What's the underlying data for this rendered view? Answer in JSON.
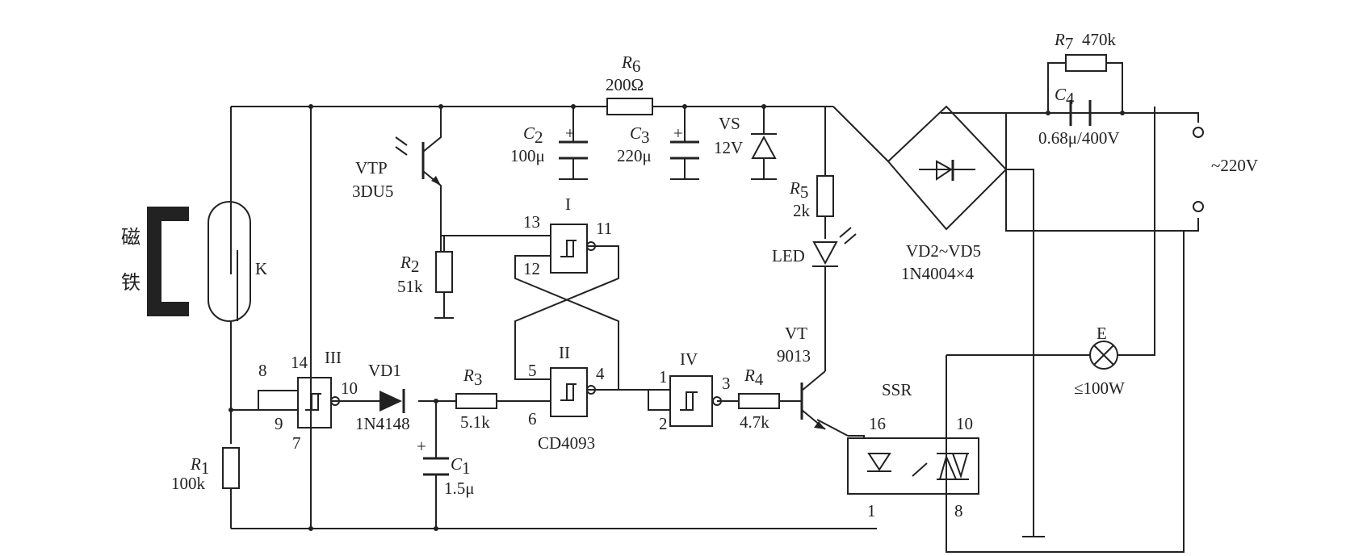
{
  "labels": {
    "magnet": [
      "磁",
      "铁"
    ],
    "reed_switch": "K",
    "r1": {
      "letter": "R",
      "sub": "1",
      "value": "100k"
    },
    "r2": {
      "letter": "R",
      "sub": "2",
      "value": "51k"
    },
    "r3": {
      "letter": "R",
      "sub": "3",
      "value": "5.1k"
    },
    "r4": {
      "letter": "R",
      "sub": "4",
      "value": "4.7k"
    },
    "r5": {
      "letter": "R",
      "sub": "5",
      "value": "2k"
    },
    "r6": {
      "letter": "R",
      "sub": "6",
      "value": "200Ω"
    },
    "r7": {
      "letter": "R",
      "sub": "7",
      "value": "470k"
    },
    "c1": {
      "letter": "C",
      "sub": "1",
      "value": "1.5μ"
    },
    "c2": {
      "letter": "C",
      "sub": "2",
      "value": "100μ"
    },
    "c3": {
      "letter": "C",
      "sub": "3",
      "value": "220μ"
    },
    "c4": {
      "letter": "C",
      "sub": "4",
      "value": "0.68μ/400V"
    },
    "vtp": {
      "name": "VTP",
      "type": "3DU5"
    },
    "vs": {
      "name": "VS",
      "value": "12V"
    },
    "vd1": {
      "name": "VD1",
      "type": "1N4148"
    },
    "vt": {
      "name": "VT",
      "type": "9013"
    },
    "led": "LED",
    "bridge": {
      "name": "VD2~VD5",
      "type": "1N4004×4"
    },
    "mains": "~220V",
    "lamp": {
      "name": "E",
      "rating": "≤100W"
    },
    "ssr": {
      "name": "SSR",
      "pins": [
        "16",
        "10",
        "1",
        "8"
      ]
    },
    "ic": "CD4093",
    "gates": {
      "g1": {
        "name": "I",
        "pins": [
          "13",
          "12",
          "11"
        ]
      },
      "g2": {
        "name": "II",
        "pins": [
          "5",
          "6",
          "4"
        ]
      },
      "g3": {
        "name": "III",
        "pins": [
          "8",
          "9",
          "10",
          "14",
          "7"
        ]
      },
      "g4": {
        "name": "IV",
        "pins": [
          "1",
          "2",
          "3"
        ]
      }
    }
  },
  "plus": "+"
}
